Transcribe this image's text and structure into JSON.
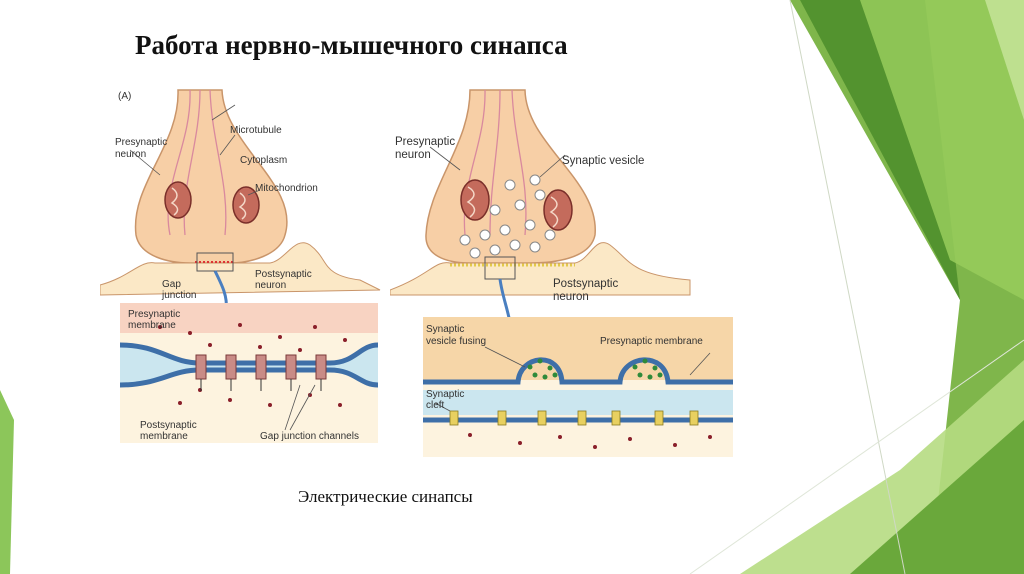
{
  "slide": {
    "title": "Работа нервно-мышечного синапса",
    "caption": "Электрические синапсы"
  },
  "diagram_a": {
    "panel_letter": "(A)",
    "labels": {
      "microtubule": "Microtubule",
      "presynaptic_neuron_1": "Presynaptic",
      "presynaptic_neuron_2": "neuron",
      "cytoplasm": "Cytoplasm",
      "mitochondrion": "Mitochondrion",
      "gap_junction_1": "Gap",
      "gap_junction_2": "junction",
      "postsynaptic_neuron_1": "Postsynaptic",
      "postsynaptic_neuron_2": "neuron",
      "presynaptic_membrane_1": "Presynaptic",
      "presynaptic_membrane_2": "membrane",
      "postsynaptic_membrane_1": "Postsynaptic",
      "postsynaptic_membrane_2": "membrane",
      "gap_junction_channels": "Gap junction channels"
    }
  },
  "diagram_b": {
    "labels": {
      "presynaptic_neuron_1": "Presynaptic",
      "presynaptic_neuron_2": "neuron",
      "synaptic_vesicle": "Synaptic vesicle",
      "postsynaptic_neuron_1": "Postsynaptic",
      "postsynaptic_neuron_2": "neuron",
      "vesicle_fusing_1": "Synaptic",
      "vesicle_fusing_2": "vesicle fusing",
      "presynaptic_membrane": "Presynaptic membrane",
      "synaptic_cleft_1": "Synaptic",
      "synaptic_cleft_2": "cleft"
    }
  },
  "colors": {
    "green_dark": "#5f9a3a",
    "green_light": "#a8d46a",
    "neuron_fill": "#f7cfa6",
    "membrane_blue": "#3e6fa8",
    "dot_red": "#8a1f2a",
    "vesicle_green": "#2f8a3a"
  }
}
